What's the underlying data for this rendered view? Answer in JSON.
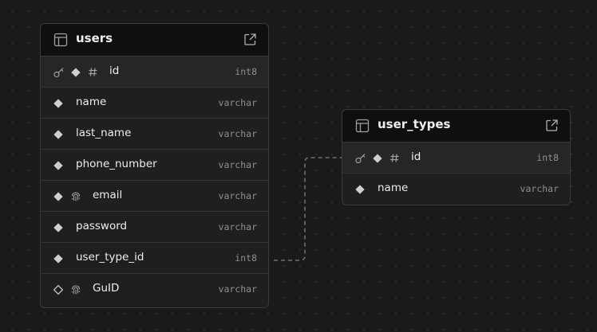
{
  "canvas": {
    "background": "#1a1a1a",
    "dot_color": "#2e2e2e"
  },
  "tables": {
    "users": {
      "title": "users",
      "columns": [
        {
          "name": "id",
          "type": "int8",
          "primary_key": true
        },
        {
          "name": "name",
          "type": "varchar"
        },
        {
          "name": "last_name",
          "type": "varchar"
        },
        {
          "name": "phone_number",
          "type": "varchar"
        },
        {
          "name": "email",
          "type": "varchar",
          "unique": true
        },
        {
          "name": "password",
          "type": "varchar"
        },
        {
          "name": "user_type_id",
          "type": "int8"
        },
        {
          "name": "GuID",
          "type": "varchar",
          "nullable": true,
          "unique": true
        }
      ]
    },
    "user_types": {
      "title": "user_types",
      "columns": [
        {
          "name": "id",
          "type": "int8",
          "primary_key": true
        },
        {
          "name": "name",
          "type": "varchar"
        }
      ]
    }
  },
  "relation": {
    "from": "users.user_type_id",
    "to": "user_types.id",
    "style": "dashed"
  }
}
